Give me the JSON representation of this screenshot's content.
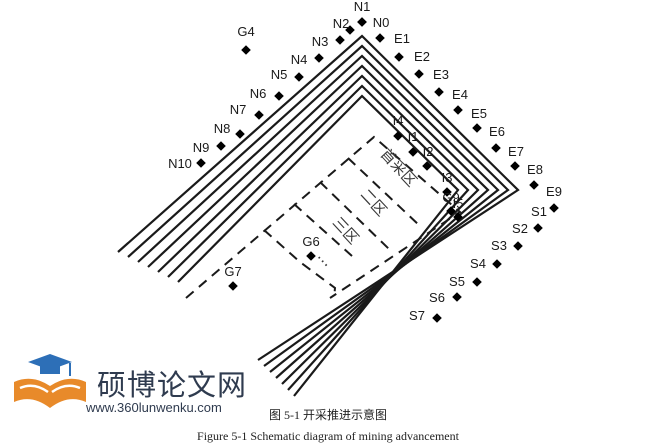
{
  "diagram": {
    "title_cn": "图 5-1  开采推进示意图",
    "title_en": "Figure 5-1 Schematic diagram of mining advancement",
    "zones": [
      "首采区",
      "二区",
      "三区"
    ],
    "ellipsis": "…",
    "points": {
      "N": [
        "N0",
        "N1",
        "N2",
        "N3",
        "N4",
        "N5",
        "N6",
        "N7",
        "N8",
        "N9",
        "N10"
      ],
      "E": [
        "E1",
        "E2",
        "E3",
        "E4",
        "E5",
        "E6",
        "E7",
        "E8",
        "E9"
      ],
      "S": [
        "S1",
        "S2",
        "S3",
        "S4",
        "S5",
        "S6",
        "S7"
      ],
      "I": [
        "I1",
        "I2",
        "I3",
        "I4",
        "I5"
      ],
      "G": [
        "G4",
        "G6",
        "G7",
        "G9"
      ]
    }
  },
  "watermark": {
    "site_name": "硕博论文网",
    "url": "www.360lunwenku.com",
    "colors": {
      "text": "#2f3b4f",
      "logo_blue": "#2d6fb7",
      "logo_orange": "#e88a2a"
    }
  },
  "colors": {
    "line": "#1a1a1a",
    "point": "#000000"
  }
}
